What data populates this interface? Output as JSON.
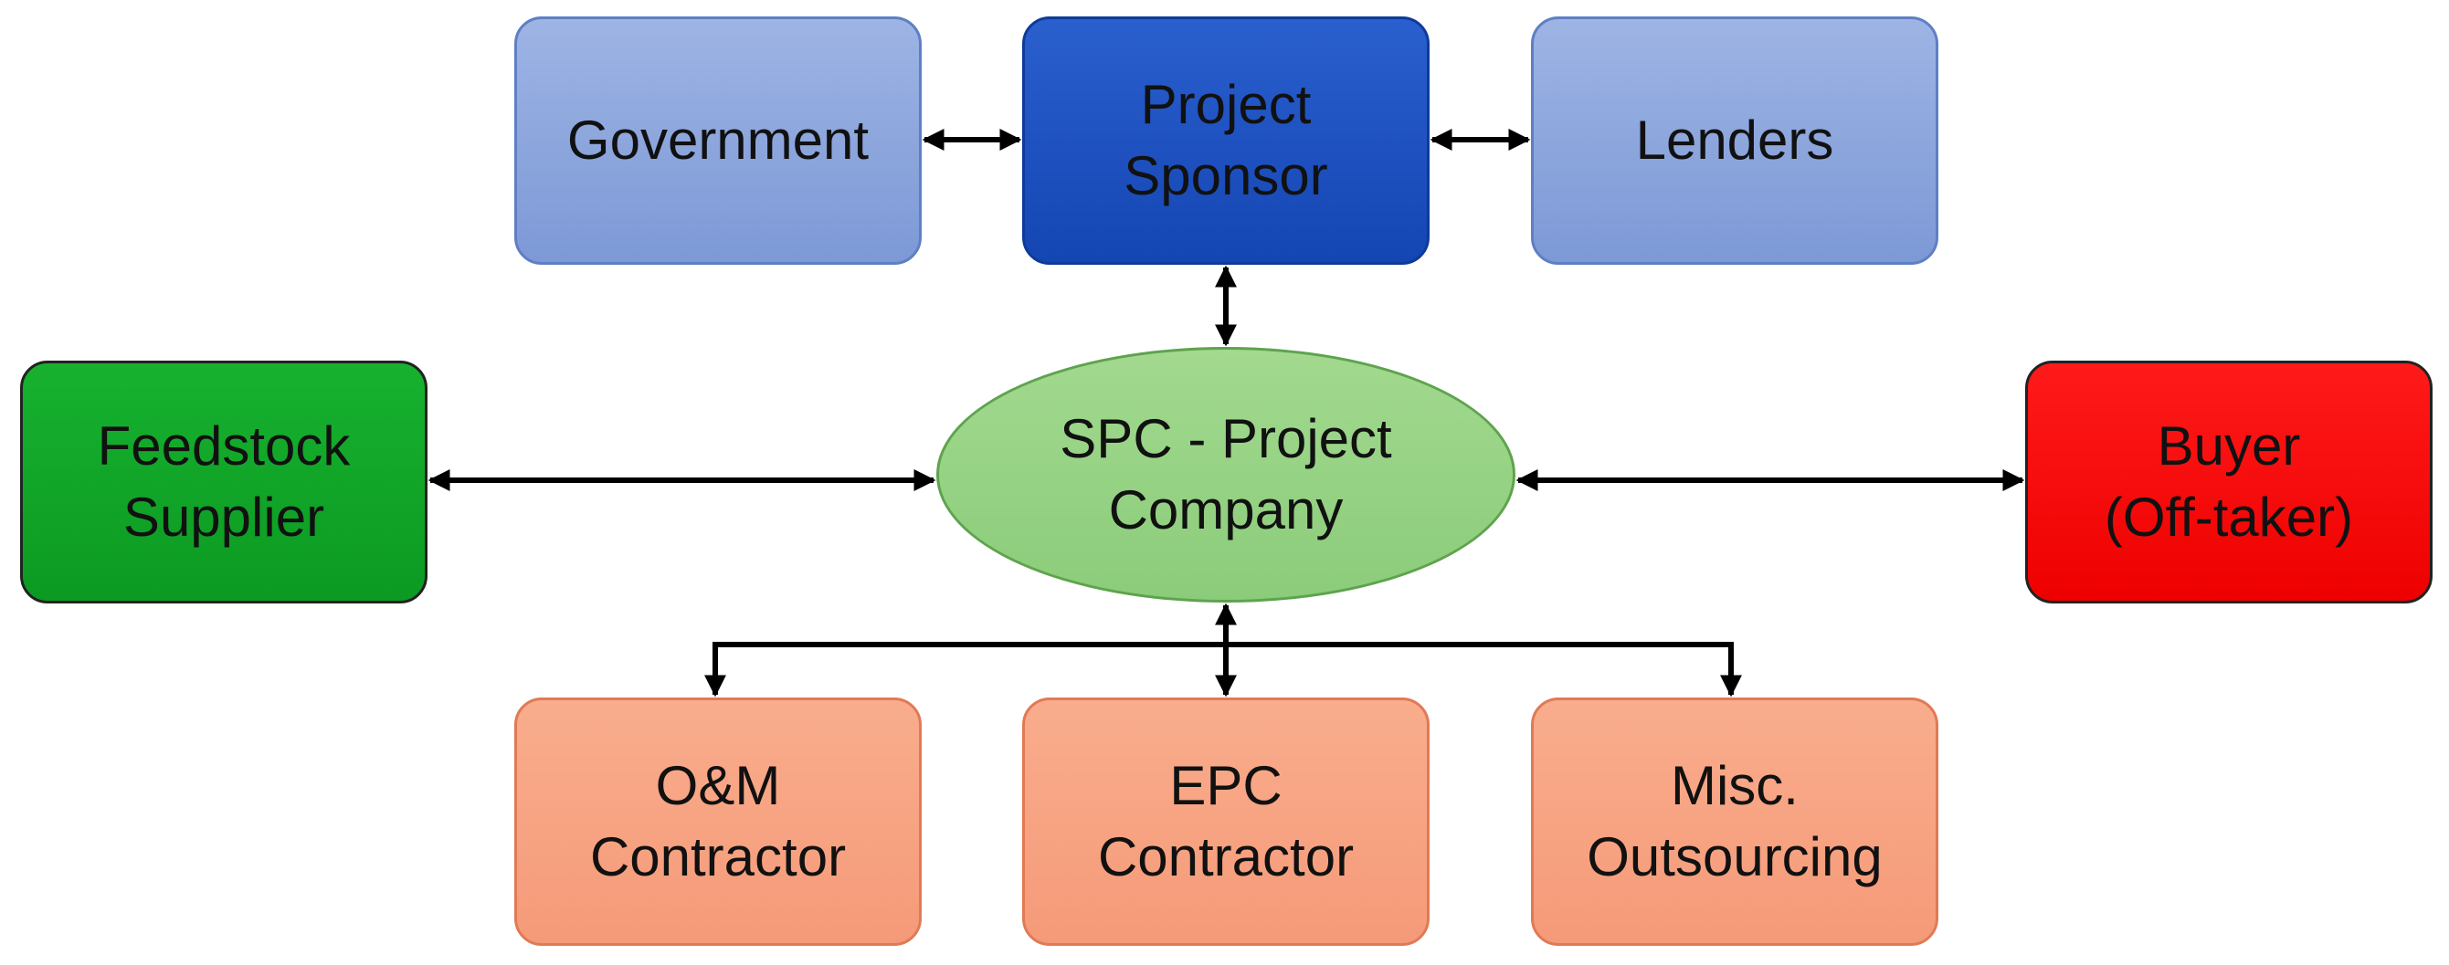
{
  "nodes": {
    "government": {
      "lines": [
        "Government"
      ]
    },
    "project_sponsor": {
      "lines": [
        "Project",
        "Sponsor"
      ]
    },
    "lenders": {
      "lines": [
        "Lenders"
      ]
    },
    "feedstock_supplier": {
      "lines": [
        "Feedstock",
        "Supplier"
      ]
    },
    "spc": {
      "lines": [
        "SPC - Project",
        "Company"
      ]
    },
    "buyer": {
      "lines": [
        "Buyer",
        "(Off-taker)"
      ]
    },
    "om_contractor": {
      "lines": [
        "O&M",
        "Contractor"
      ]
    },
    "epc_contractor": {
      "lines": [
        "EPC",
        "Contractor"
      ]
    },
    "misc_outsourcing": {
      "lines": [
        "Misc.",
        "Outsourcing"
      ]
    }
  },
  "colors": {
    "blue_light": "#8aa6dc",
    "blue_dark": "#1a4fbf",
    "green_dark": "#11a729",
    "green_light": "#96d284",
    "red": "#f50000",
    "orange": "#f7a382",
    "connector": "#000000"
  },
  "edges": [
    {
      "from": "government",
      "to": "project_sponsor",
      "direction": "both"
    },
    {
      "from": "project_sponsor",
      "to": "lenders",
      "direction": "both"
    },
    {
      "from": "project_sponsor",
      "to": "spc",
      "direction": "both"
    },
    {
      "from": "feedstock_supplier",
      "to": "spc",
      "direction": "both"
    },
    {
      "from": "spc",
      "to": "buyer",
      "direction": "both"
    },
    {
      "from": "spc",
      "to": "om_contractor",
      "direction": "forward"
    },
    {
      "from": "spc",
      "to": "epc_contractor",
      "direction": "both"
    },
    {
      "from": "spc",
      "to": "misc_outsourcing",
      "direction": "forward"
    }
  ]
}
